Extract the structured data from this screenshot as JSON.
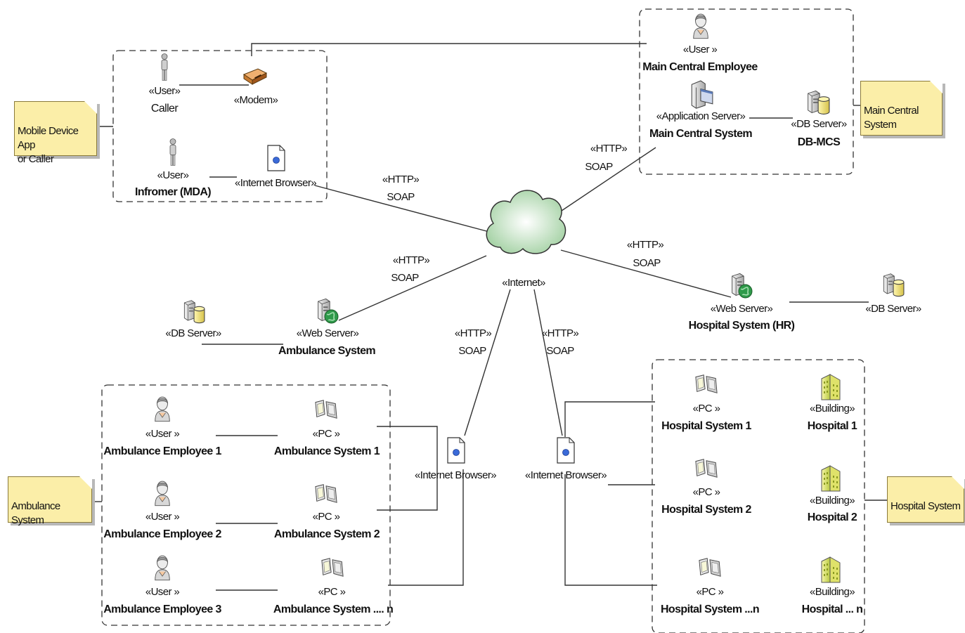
{
  "notes": {
    "mobile": "Mobile Device App\nor Caller",
    "central": "Main Central\nSystem",
    "ambulance": "Ambulance System",
    "hospital": "Hospital System"
  },
  "cloud": {
    "stereotype": "«Internet»"
  },
  "protocols": {
    "http": "«HTTP»",
    "soap": "SOAP"
  },
  "caller_group": {
    "caller": {
      "stereotype": "«User»",
      "name": "Caller"
    },
    "modem": {
      "stereotype": "«Modem»"
    },
    "informer": {
      "stereotype": "«User»",
      "name": "Infromer (MDA)"
    },
    "browser": {
      "stereotype": "«Internet Browser»"
    }
  },
  "central_group": {
    "employee": {
      "stereotype": "«User »",
      "name": "Main Central Employee"
    },
    "app_server": {
      "stereotype": "«Application Server»",
      "name": "Main Central System"
    },
    "db": {
      "stereotype": "«DB Server»",
      "name": "DB-MCS"
    }
  },
  "ambulance_server": {
    "db": {
      "stereotype": "«DB Server»"
    },
    "web": {
      "stereotype": "«Web Server»",
      "name": "Ambulance System"
    }
  },
  "hospital_server": {
    "web": {
      "stereotype": "«Web Server»",
      "name": "Hospital System (HR)"
    },
    "db": {
      "stereotype": "«DB Server»"
    }
  },
  "ambulance_group": {
    "users": [
      {
        "stereotype": "«User »",
        "name": "Ambulance Employee 1"
      },
      {
        "stereotype": "«User »",
        "name": "Ambulance Employee 2"
      },
      {
        "stereotype": "«User »",
        "name": "Ambulance Employee 3"
      }
    ],
    "pcs": [
      {
        "stereotype": "«PC »",
        "name": "Ambulance System  1"
      },
      {
        "stereotype": "«PC »",
        "name": "Ambulance System  2"
      },
      {
        "stereotype": "«PC »",
        "name": "Ambulance System .... n"
      }
    ],
    "browser": {
      "stereotype": "«Internet Browser»"
    }
  },
  "hospital_group": {
    "browser": {
      "stereotype": "«Internet Browser»"
    },
    "pcs": [
      {
        "stereotype": "«PC »",
        "name": "Hospital System 1"
      },
      {
        "stereotype": "«PC »",
        "name": "Hospital System 2"
      },
      {
        "stereotype": "«PC »",
        "name": "Hospital System ...n"
      }
    ],
    "buildings": [
      {
        "stereotype": "«Building»",
        "name": "Hospital 1"
      },
      {
        "stereotype": "«Building»",
        "name": "Hospital 2"
      },
      {
        "stereotype": "«Building»",
        "name": "Hospital ... n"
      }
    ]
  },
  "colors": {
    "note_fill": "#fbeea8",
    "cloud_fill": "#cfe6cf",
    "db_fill": "#f3e27a",
    "building_fill": "#e8ee88",
    "globe_fill": "#2f9a4a",
    "doc_dot": "#3a6ad8"
  }
}
